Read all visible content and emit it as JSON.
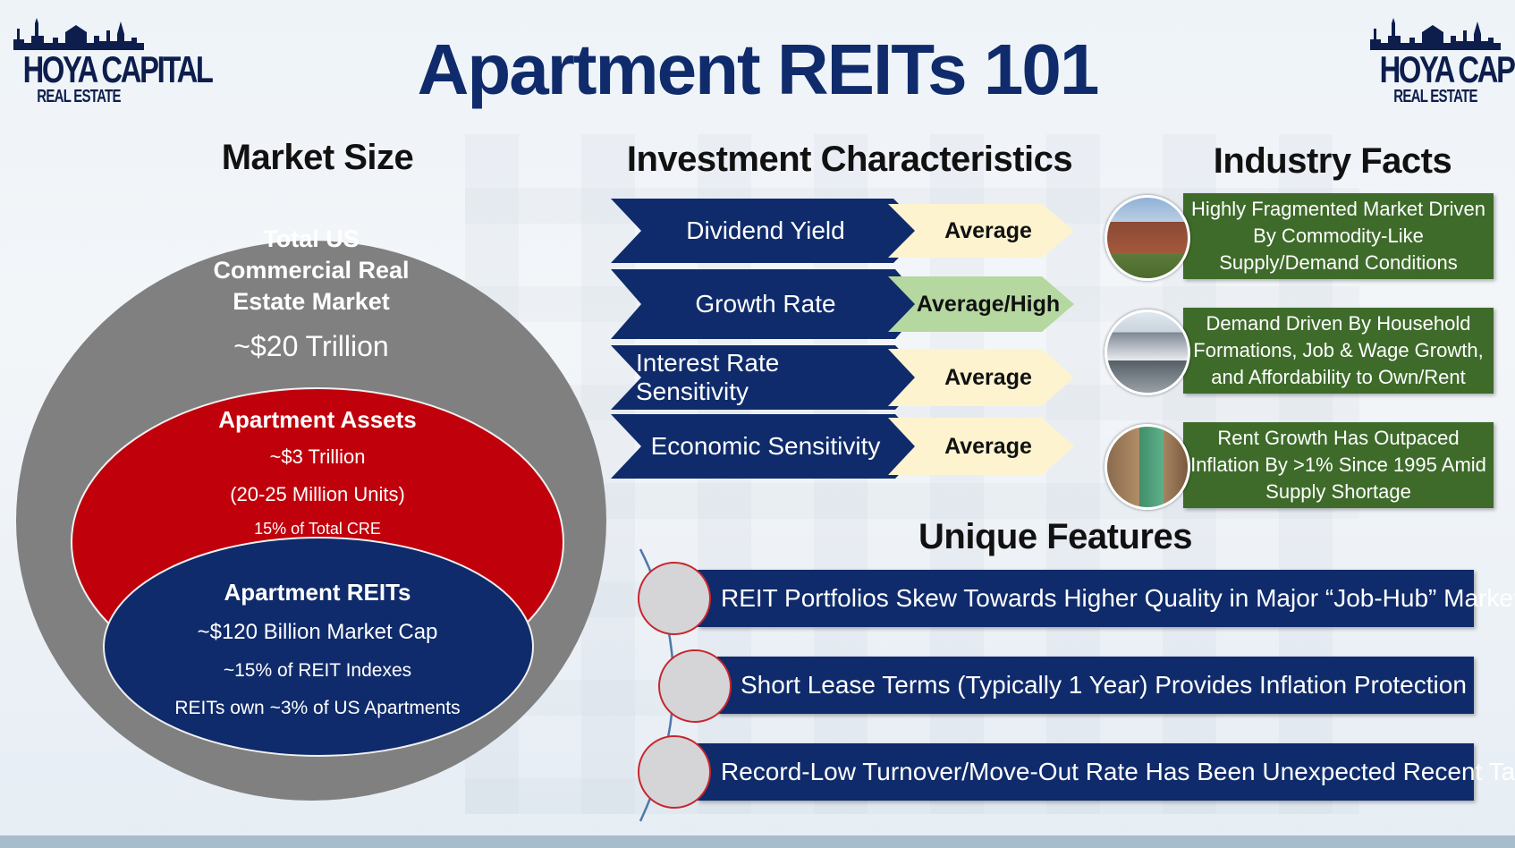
{
  "title": "Apartment REITs 101",
  "logo": {
    "name": "HOYA CAPITAL",
    "sub": "REAL ESTATE"
  },
  "market_size": {
    "heading": "Market Size",
    "outer": {
      "title_lines": [
        "Total US",
        "Commercial Real",
        "Estate Market"
      ],
      "value": "~$20 Trillion"
    },
    "middle": {
      "title": "Apartment Assets",
      "lines": [
        "~$3 Trillion",
        "(20-25 Million Units)",
        "15% of Total CRE"
      ]
    },
    "inner": {
      "title": "Apartment REITs",
      "lines": [
        "~$120 Billion Market Cap",
        "~15% of REIT Indexes",
        "REITs own ~3% of US Apartments"
      ]
    }
  },
  "investment": {
    "heading": "Investment Characteristics",
    "rows": [
      {
        "label": "Dividend Yield",
        "value": "Average"
      },
      {
        "label": "Growth Rate",
        "value": "Average/High"
      },
      {
        "label": "Interest Rate Sensitivity",
        "value": "Average"
      },
      {
        "label": "Economic Sensitivity",
        "value": "Average"
      }
    ]
  },
  "facts": {
    "heading": "Industry Facts",
    "items": [
      {
        "text": "Highly Fragmented Market Driven By Commodity-Like Supply/Demand Conditions"
      },
      {
        "text": "Demand Driven By Household Formations, Job & Wage Growth, and Affordability to Own/Rent"
      },
      {
        "text": "Rent Growth Has Outpaced Inflation By >1% Since 1995 Amid Supply Shortage"
      }
    ]
  },
  "unique": {
    "heading": "Unique Features",
    "items": [
      {
        "text": "REIT Portfolios Skew Towards Higher Quality in Major “Job-Hub” Markets"
      },
      {
        "text": "Short Lease Terms (Typically 1 Year) Provides Inflation Protection"
      },
      {
        "text": "Record-Low Turnover/Move-Out Rate Has Been Unexpected Recent Tailwind"
      }
    ]
  },
  "colors": {
    "navy": "#0f2b6b",
    "red": "#c0000b",
    "gray": "#7f7f7f",
    "green": "#3e6b2a",
    "cream": "#fdf3cf",
    "light_green": "#b5d8a0"
  }
}
